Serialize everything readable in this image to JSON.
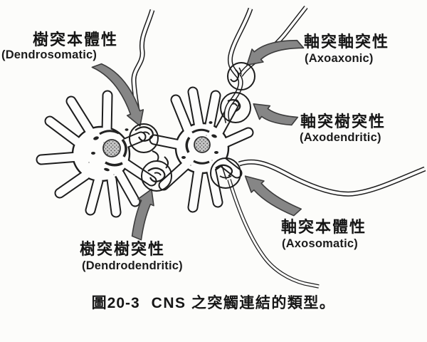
{
  "figure": {
    "caption": {
      "figure_label": "圖20-3",
      "text": "CNS 之突觸連結的類型。"
    },
    "labels": [
      {
        "id": "dendrosomatic",
        "zh": "樹突本體性",
        "en": "(Dendrosomatic)"
      },
      {
        "id": "axoaxonic",
        "zh": "軸突軸突性",
        "en": "(Axoaxonic)"
      },
      {
        "id": "axodendritic",
        "zh": "軸突樹突性",
        "en": "(Axodendritic)"
      },
      {
        "id": "axosomatic",
        "zh": "軸突本體性",
        "en": "(Axosomatic)"
      },
      {
        "id": "dendrodendritic",
        "zh": "樹突樹突性",
        "en": "(Dendrodendritic)"
      }
    ],
    "colors": {
      "background": "#fcfcfa",
      "line": "#1d1d1d",
      "arrow_fill": "#868686",
      "arrow_outline": "#3c3c3c",
      "nucleus_fill": "#c6c6c6"
    }
  }
}
